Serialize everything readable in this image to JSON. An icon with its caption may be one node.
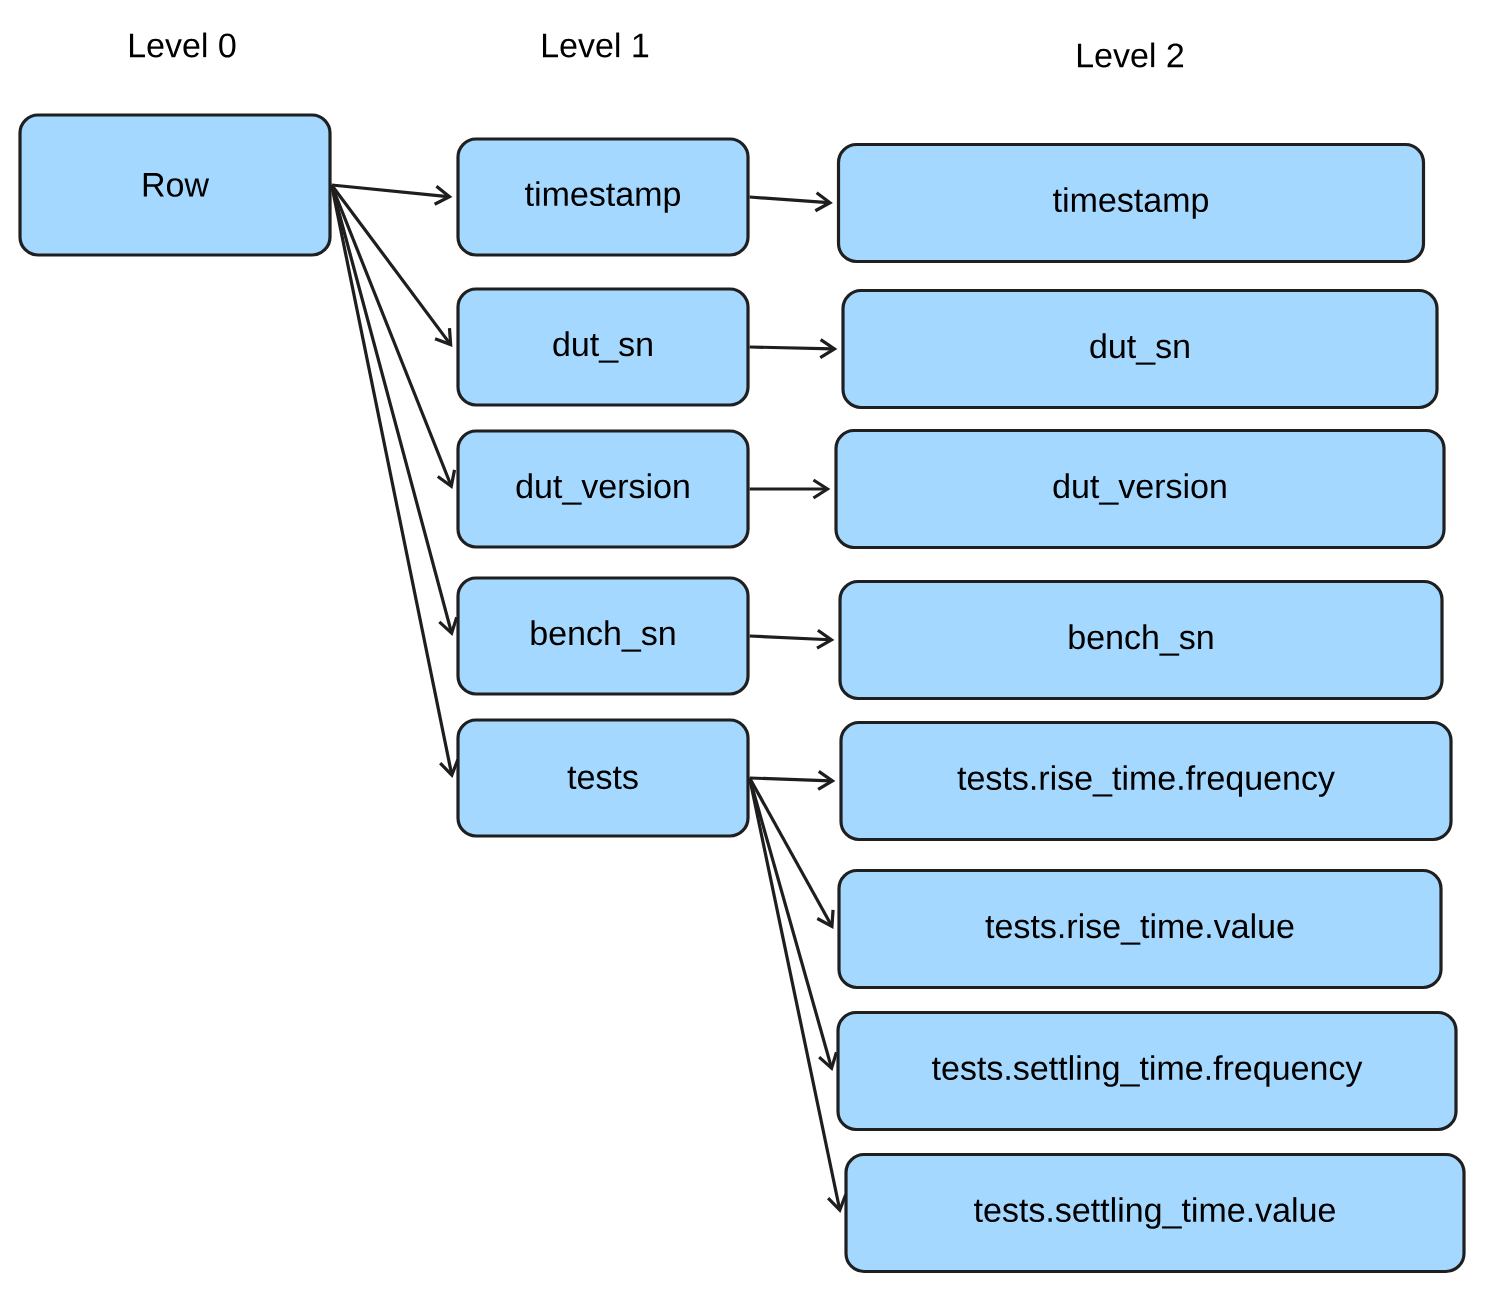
{
  "diagram": {
    "nodes": [
      {
        "text": [
          "Row"
        ]
      },
      {
        "text": [
          "timestamp"
        ]
      },
      {
        "text": [
          "dut_sn"
        ]
      },
      {
        "text": [
          "dut_version"
        ]
      },
      {
        "text": [
          "bench_sn"
        ]
      },
      {
        "text": [
          "tests"
        ]
      },
      {
        "text": [
          "timestamp"
        ]
      },
      {
        "text": [
          "dut_sn"
        ]
      },
      {
        "text": [
          "dut_version"
        ]
      },
      {
        "text": [
          "bench_sn"
        ]
      },
      {
        "text": [
          "tests.rise_time.frequency"
        ]
      },
      {
        "text": [
          "tests.rise_time.value"
        ]
      },
      {
        "text": [
          "tests.settling_time.frequency"
        ]
      },
      {
        "text": [
          "tests.settling_time.value"
        ]
      }
    ],
    "edges": [
      {
        "from": 0,
        "to": 1,
        "arrow": "to"
      },
      {
        "from": 0,
        "to": 2,
        "arrow": "to"
      },
      {
        "from": 0,
        "to": 3,
        "arrow": "to"
      },
      {
        "from": 0,
        "to": 4,
        "arrow": "to"
      },
      {
        "from": 0,
        "to": 5,
        "arrow": "to"
      },
      {
        "from": 1,
        "to": 6,
        "arrow": "to"
      },
      {
        "from": 2,
        "to": 7,
        "arrow": "to"
      },
      {
        "from": 3,
        "to": 8,
        "arrow": "to"
      },
      {
        "from": 4,
        "to": 9,
        "arrow": "to"
      },
      {
        "from": 5,
        "to": 10,
        "arrow": "to"
      },
      {
        "from": 5,
        "to": 11,
        "arrow": "to"
      },
      {
        "from": 5,
        "to": 12,
        "arrow": "to"
      },
      {
        "from": 5,
        "to": 13,
        "arrow": "to"
      }
    ],
    "labels": [
      "Level 0",
      "Level 1",
      "Level 2"
    ]
  }
}
